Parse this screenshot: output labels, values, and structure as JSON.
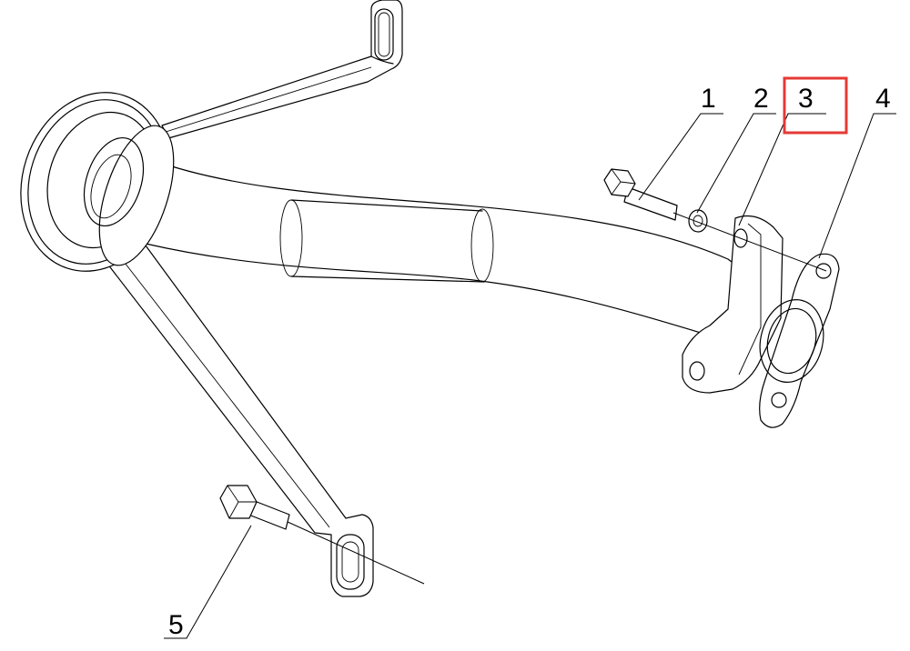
{
  "diagram": {
    "callouts": [
      {
        "id": "1",
        "label": "1"
      },
      {
        "id": "2",
        "label": "2"
      },
      {
        "id": "3",
        "label": "3",
        "highlighted": true
      },
      {
        "id": "4",
        "label": "4"
      },
      {
        "id": "5",
        "label": "5"
      }
    ],
    "highlight_color": "#e53935"
  }
}
